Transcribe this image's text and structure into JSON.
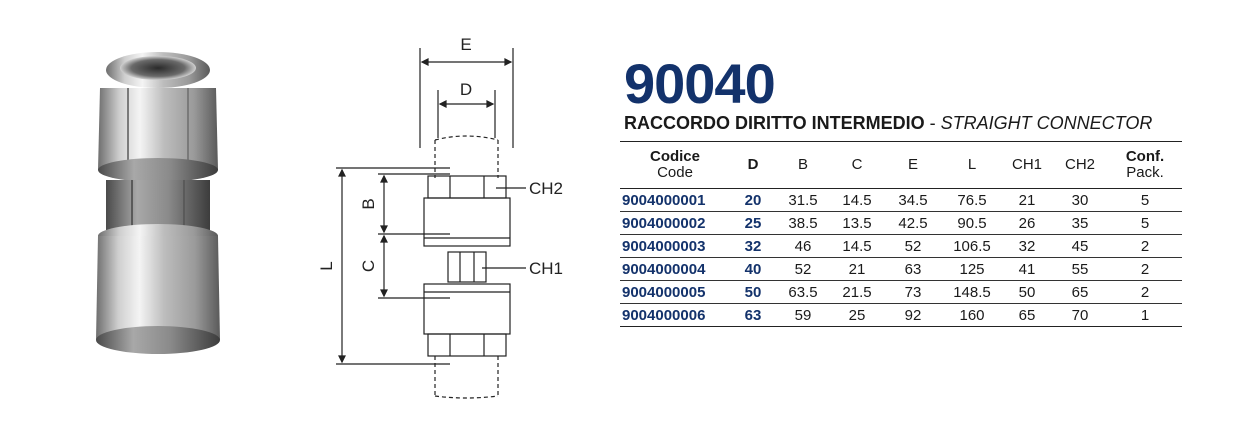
{
  "product": {
    "code": "90040",
    "name_it": "RACCORDO DIRITTO INTERMEDIO",
    "separator": " - ",
    "name_en": "STRAIGHT CONNECTOR"
  },
  "drawing": {
    "labels": {
      "E": "E",
      "D": "D",
      "B": "B",
      "C": "C",
      "L": "L",
      "CH2": "CH2",
      "CH1": "CH1"
    }
  },
  "table": {
    "headers": [
      {
        "line1": "Codice",
        "line2": "Code"
      },
      {
        "line1": "D"
      },
      {
        "line1": "B"
      },
      {
        "line1": "C"
      },
      {
        "line1": "E"
      },
      {
        "line1": "L"
      },
      {
        "line1": "CH1"
      },
      {
        "line1": "CH2"
      },
      {
        "line1": "Conf.",
        "line2": "Pack."
      }
    ],
    "rows": [
      [
        "9004000001",
        "20",
        "31.5",
        "14.5",
        "34.5",
        "76.5",
        "21",
        "30",
        "5"
      ],
      [
        "9004000002",
        "25",
        "38.5",
        "13.5",
        "42.5",
        "90.5",
        "26",
        "35",
        "5"
      ],
      [
        "9004000003",
        "32",
        "46",
        "14.5",
        "52",
        "106.5",
        "32",
        "45",
        "2"
      ],
      [
        "9004000004",
        "40",
        "52",
        "21",
        "63",
        "125",
        "41",
        "55",
        "2"
      ],
      [
        "9004000005",
        "50",
        "63.5",
        "21.5",
        "73",
        "148.5",
        "50",
        "65",
        "2"
      ],
      [
        "9004000006",
        "63",
        "59",
        "25",
        "92",
        "160",
        "65",
        "70",
        "1"
      ]
    ]
  }
}
